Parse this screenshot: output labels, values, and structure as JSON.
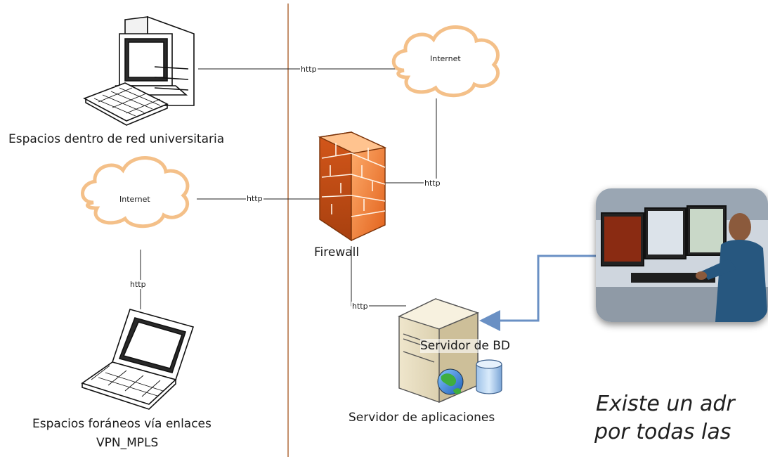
{
  "nodes": {
    "desktop_label": "Espacios dentro de red universitaria",
    "laptop_label_line1": "Espacios foráneos vía enlaces",
    "laptop_label_line2": "VPN_MPLS",
    "firewall_label": "Firewall",
    "cloud_top_label": "Internet",
    "cloud_left_label": "Internet",
    "db_label": "Servidor de BD",
    "app_server_label": "Servidor de aplicaciones"
  },
  "connections": {
    "desktop_to_internet": "http",
    "internet_left_to_firewall": "http",
    "internet_top_to_firewall": "http",
    "internet_left_to_laptop": "http",
    "firewall_to_server": "http"
  },
  "side_text": {
    "line1": "Existe un adr",
    "line2": "por todas las"
  },
  "colors": {
    "divider": "#b06a3a",
    "arrow": "#6a90c4",
    "firewall": "#f0873a",
    "cloud_stroke": "#f4c089"
  }
}
